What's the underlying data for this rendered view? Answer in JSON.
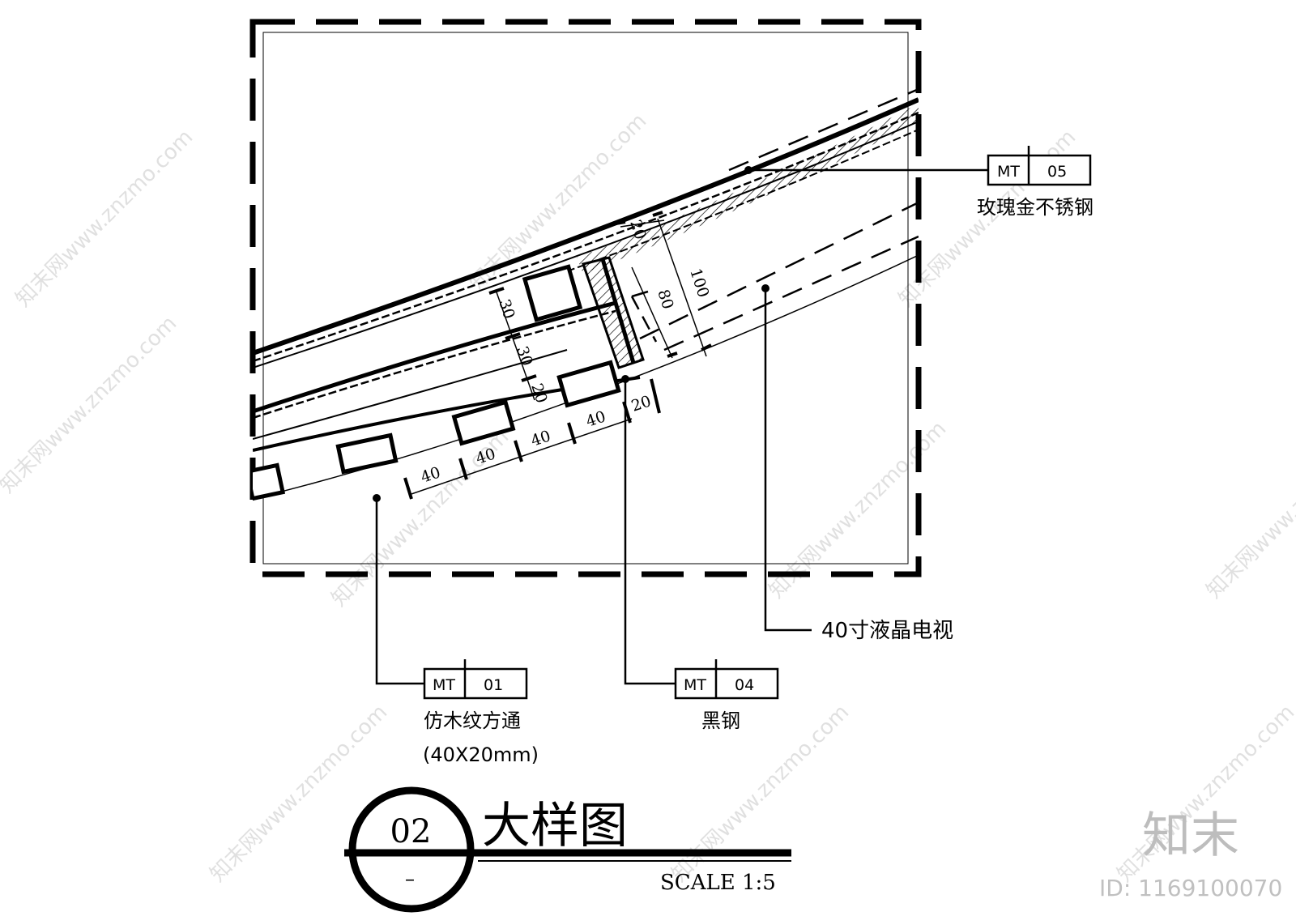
{
  "detail": {
    "number": "02",
    "title": "大样图",
    "sub": "–",
    "scale": "SCALE 1:5"
  },
  "tags": [
    {
      "code": "MT",
      "num": "05",
      "desc": "玫瑰金不锈钢"
    },
    {
      "code": "MT",
      "num": "01",
      "desc": "仿木纹方通",
      "desc2": "(40X20mm)"
    },
    {
      "code": "MT",
      "num": "04",
      "desc": "黑钢"
    }
  ],
  "callout_tv": "40寸液晶电视",
  "dimensions": {
    "pitch": [
      "40",
      "40",
      "40",
      "40"
    ],
    "offset": "20",
    "stack": [
      "30",
      "30",
      "20"
    ],
    "top": "20",
    "tv_inner": "80",
    "tv_outer": "100"
  },
  "watermark": {
    "text": "知末网www.znzmo.com",
    "logo": "知末",
    "id": "ID: 1169100070"
  }
}
